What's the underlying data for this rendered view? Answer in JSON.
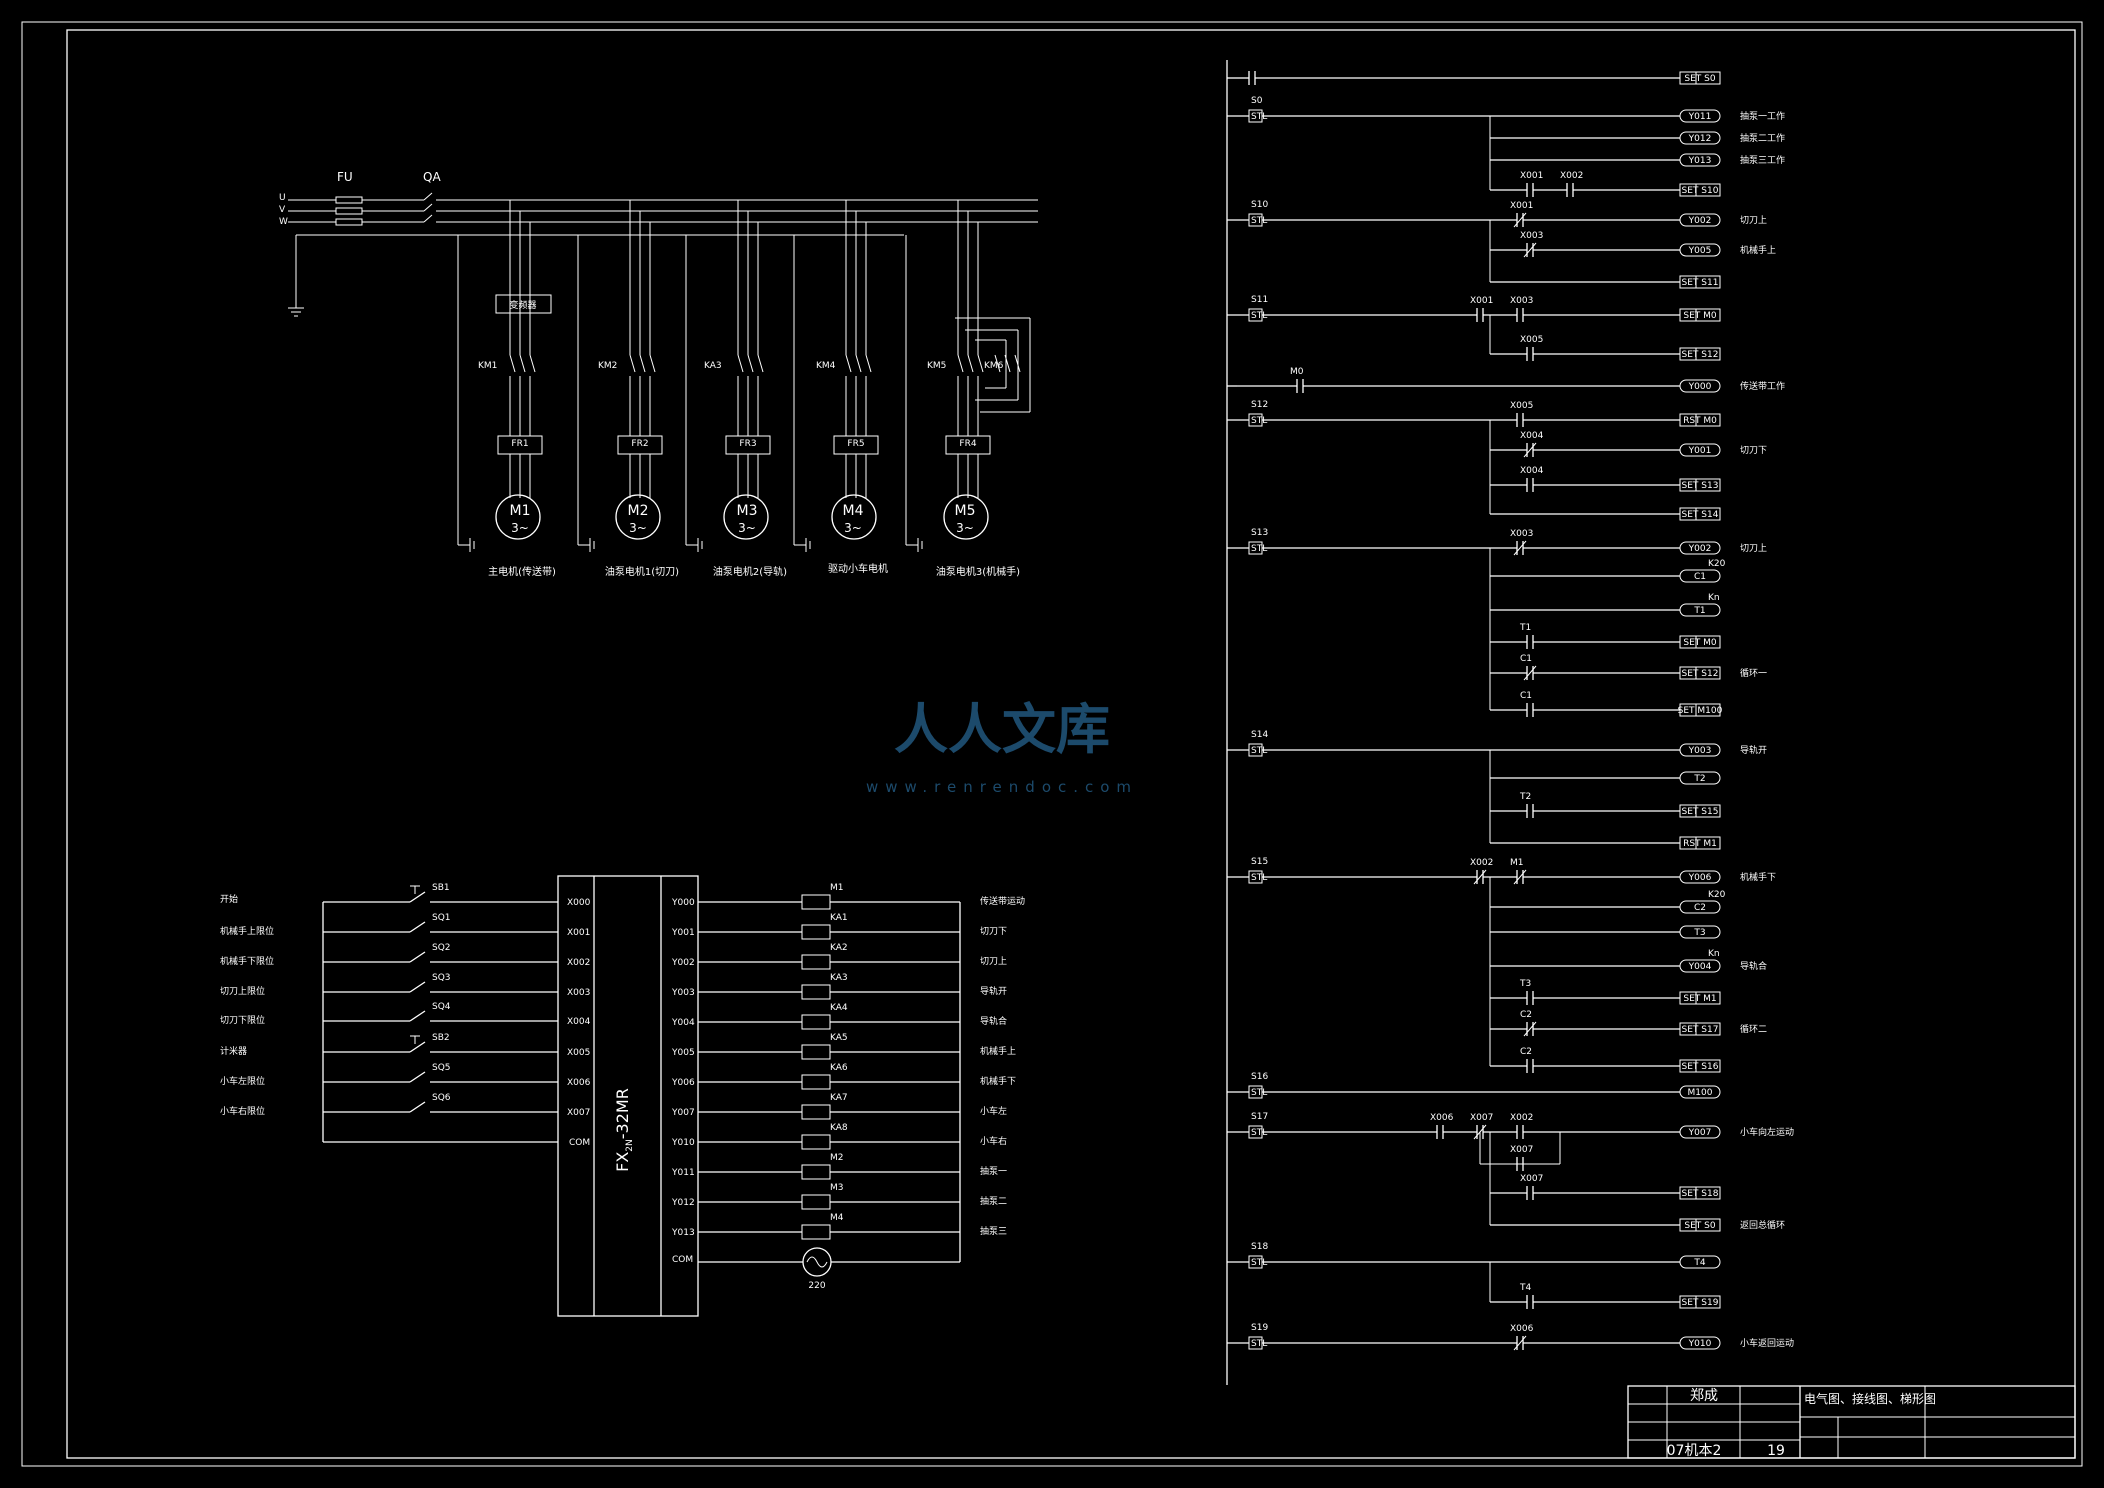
{
  "title_block": {
    "designer": "郑成",
    "drawing_title": "电气图、接线图、梯形图",
    "class_name": "07机本2",
    "sheet_no": "19"
  },
  "watermark": {
    "brand": "人人文库",
    "url": "www.renrendoc.com"
  },
  "power_circuit": {
    "fuse": "FU",
    "breaker": "QA",
    "phases": [
      "U",
      "V",
      "W"
    ],
    "inverter": "变频器",
    "branches": [
      {
        "contactor": "KM1",
        "relay": "FR1",
        "motor": "M1",
        "phase": "3~",
        "caption": "主电机(传送带)"
      },
      {
        "contactor": "KM2",
        "relay": "FR2",
        "motor": "M2",
        "phase": "3~",
        "caption": "油泵电机1(切刀)"
      },
      {
        "contactor": "KA3",
        "relay": "FR3",
        "motor": "M3",
        "phase": "3~",
        "caption": "油泵电机2(导轨)"
      },
      {
        "contactor": "KM4",
        "relay": "FR5",
        "motor": "M4",
        "phase": "3~",
        "caption": "驱动小车电机"
      },
      {
        "contactor": "KM5",
        "contactor_b": "KM6",
        "relay": "FR4",
        "motor": "M5",
        "phase": "3~",
        "caption": "油泵电机3(机械手)"
      }
    ]
  },
  "plc_wiring": {
    "model_prefix": "FX",
    "model_sub": "2N",
    "model_suffix": "-32MR",
    "inputs": [
      {
        "label": "开始",
        "device": "SB1",
        "terminal": "X000"
      },
      {
        "label": "机械手上限位",
        "device": "SQ1",
        "terminal": "X001"
      },
      {
        "label": "机械手下限位",
        "device": "SQ2",
        "terminal": "X002"
      },
      {
        "label": "切刀上限位",
        "device": "SQ3",
        "terminal": "X003"
      },
      {
        "label": "切刀下限位",
        "device": "SQ4",
        "terminal": "X004"
      },
      {
        "label": "计米器",
        "device": "SB2",
        "terminal": "X005"
      },
      {
        "label": "小车左限位",
        "device": "SQ5",
        "terminal": "X006"
      },
      {
        "label": "小车右限位",
        "device": "SQ6",
        "terminal": "X007"
      }
    ],
    "input_com": "COM",
    "outputs": [
      {
        "terminal": "Y000",
        "device": "M1",
        "label": "传送带运动"
      },
      {
        "terminal": "Y001",
        "device": "KA1",
        "label": "切刀下"
      },
      {
        "terminal": "Y002",
        "device": "KA2",
        "label": "切刀上"
      },
      {
        "terminal": "Y003",
        "device": "KA3",
        "label": "导轨开"
      },
      {
        "terminal": "Y004",
        "device": "KA4",
        "label": "导轨合"
      },
      {
        "terminal": "Y005",
        "device": "KA5",
        "label": "机械手上"
      },
      {
        "terminal": "Y006",
        "device": "KA6",
        "label": "机械手下"
      },
      {
        "terminal": "Y007",
        "device": "KA7",
        "label": "小车左"
      },
      {
        "terminal": "Y010",
        "device": "KA8",
        "label": "小车右"
      },
      {
        "terminal": "Y011",
        "device": "M2",
        "label": "抽泵一"
      },
      {
        "terminal": "Y012",
        "device": "M3",
        "label": "抽泵二"
      },
      {
        "terminal": "Y013",
        "device": "M4",
        "label": "抽泵三"
      }
    ],
    "output_com": "COM",
    "supply": "220"
  },
  "ladder": {
    "rungs": [
      {
        "stl": "",
        "contacts": [
          {
            "name": "",
            "nc": false
          }
        ],
        "coil": "SET S0",
        "comment": ""
      },
      {
        "stl": "S0",
        "contacts": [],
        "coil": "Y011",
        "comment": "抽泵一工作"
      },
      {
        "branch": true,
        "contacts": [],
        "coil": "Y012",
        "comment": "抽泵二工作"
      },
      {
        "branch": true,
        "contacts": [],
        "coil": "Y013",
        "comment": "抽泵三工作"
      },
      {
        "branch": true,
        "contacts": [
          {
            "name": "X001",
            "nc": false
          },
          {
            "name": "X002",
            "nc": false
          }
        ],
        "coil": "SET S10",
        "comment": ""
      },
      {
        "stl": "S10",
        "contacts": [
          {
            "name": "X001",
            "nc": true
          }
        ],
        "coil": "Y002",
        "comment": "切刀上"
      },
      {
        "branch": true,
        "contacts": [
          {
            "name": "X003",
            "nc": true
          }
        ],
        "coil": "Y005",
        "comment": "机械手上"
      },
      {
        "branch": true,
        "contacts": [],
        "coil": "SET S11",
        "comment": ""
      },
      {
        "stl": "S11",
        "contacts": [
          {
            "name": "X001",
            "nc": false
          },
          {
            "name": "X003",
            "nc": false
          }
        ],
        "coil": "SET M0",
        "comment": ""
      },
      {
        "branch": true,
        "contacts": [
          {
            "name": "X005",
            "nc": false
          }
        ],
        "coil": "SET S12",
        "comment": ""
      },
      {
        "stl": "",
        "contacts": [
          {
            "name": "M0",
            "nc": false
          }
        ],
        "coil": "Y000",
        "comment": "传送带工作"
      },
      {
        "stl": "S12",
        "contacts": [
          {
            "name": "X005",
            "nc": false
          }
        ],
        "coil": "RST M0",
        "comment": ""
      },
      {
        "branch": true,
        "contacts": [
          {
            "name": "X004",
            "nc": true
          }
        ],
        "coil": "Y001",
        "comment": "切刀下"
      },
      {
        "branch": true,
        "contacts": [
          {
            "name": "X004",
            "nc": false
          }
        ],
        "coil": "SET S13",
        "comment": ""
      },
      {
        "branch": true,
        "contacts": [],
        "coil": "SET S14",
        "comment": ""
      },
      {
        "stl": "S13",
        "contacts": [
          {
            "name": "X003",
            "nc": true
          }
        ],
        "coil": "Y002",
        "comment": "切刀上"
      },
      {
        "branch": true,
        "contacts": [],
        "coil": "C1",
        "comment": "",
        "preset": "K20"
      },
      {
        "branch": true,
        "contacts": [],
        "coil": "T1",
        "comment": "",
        "preset": "Kn"
      },
      {
        "branch": true,
        "contacts": [
          {
            "name": "T1",
            "nc": false
          }
        ],
        "coil": "SET M0",
        "comment": ""
      },
      {
        "branch": true,
        "contacts": [
          {
            "name": "C1",
            "nc": true
          }
        ],
        "coil": "SET S12",
        "comment": "循环一"
      },
      {
        "branch": true,
        "contacts": [
          {
            "name": "C1",
            "nc": false
          }
        ],
        "coil": "SET M100",
        "comment": ""
      },
      {
        "stl": "S14",
        "contacts": [],
        "coil": "Y003",
        "comment": "导轨开"
      },
      {
        "branch": true,
        "contacts": [],
        "coil": "T2",
        "comment": ""
      },
      {
        "branch": true,
        "contacts": [
          {
            "name": "T2",
            "nc": false
          }
        ],
        "coil": "SET S15",
        "comment": ""
      },
      {
        "branch": true,
        "contacts": [],
        "coil": "RST M1",
        "comment": ""
      },
      {
        "stl": "S15",
        "contacts": [
          {
            "name": "X002",
            "nc": true
          },
          {
            "name": "M1",
            "nc": true
          }
        ],
        "coil": "Y006",
        "comment": "机械手下"
      },
      {
        "branch": true,
        "contacts": [],
        "coil": "C2",
        "comment": "",
        "preset": "K20"
      },
      {
        "branch": true,
        "contacts": [],
        "coil": "T3",
        "comment": ""
      },
      {
        "branch": true,
        "contacts": [],
        "coil": "Y004",
        "comment": "导轨合",
        "preset": "Kn"
      },
      {
        "branch": true,
        "contacts": [
          {
            "name": "T3",
            "nc": false
          }
        ],
        "coil": "SET M1",
        "comment": ""
      },
      {
        "branch": true,
        "contacts": [
          {
            "name": "C2",
            "nc": true
          }
        ],
        "coil": "SET S17",
        "comment": "循环二"
      },
      {
        "branch": true,
        "contacts": [
          {
            "name": "C2",
            "nc": false
          }
        ],
        "coil": "SET S16",
        "comment": ""
      },
      {
        "stl": "S16",
        "contacts": [],
        "coil": "M100",
        "comment": ""
      },
      {
        "stl": "S17",
        "contacts": [
          {
            "name": "X006",
            "nc": false
          },
          {
            "name": "X007",
            "nc": true
          },
          {
            "name": "X002",
            "nc": false
          }
        ],
        "coil": "Y007",
        "comment": "小车向左运动",
        "parallel": "X007"
      },
      {
        "branch": true,
        "contacts": [
          {
            "name": "X007",
            "nc": false
          }
        ],
        "coil": "SET S18",
        "comment": ""
      },
      {
        "branch": true,
        "contacts": [],
        "coil": "SET S0",
        "comment": "返回总循环"
      },
      {
        "stl": "S18",
        "contacts": [],
        "coil": "T4",
        "comment": ""
      },
      {
        "branch": true,
        "contacts": [
          {
            "name": "T4",
            "nc": false
          }
        ],
        "coil": "SET S19",
        "comment": ""
      },
      {
        "stl": "S19",
        "contacts": [
          {
            "name": "X006",
            "nc": true
          }
        ],
        "coil": "Y010",
        "comment": "小车返回运动"
      }
    ]
  }
}
